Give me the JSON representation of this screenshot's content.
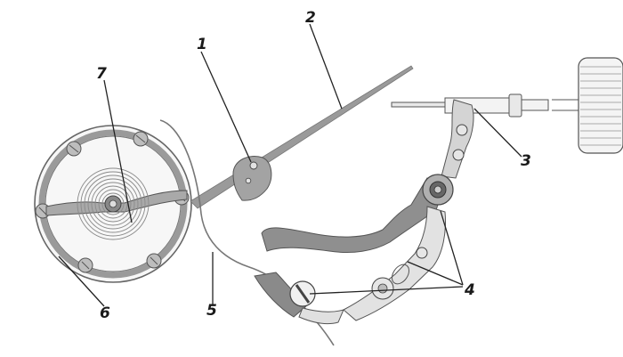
{
  "diagram": {
    "labels": {
      "l1": "1",
      "l2": "2",
      "l3": "3",
      "l4": "4",
      "l5": "5",
      "l6": "6",
      "l7": "7"
    }
  },
  "colors": {
    "outline": "#6b6b6b",
    "metal_fill": "#a9a9a9",
    "light_fill": "#d8d8d8",
    "dark_fill": "#7c7c7c",
    "leader": "#222222"
  }
}
